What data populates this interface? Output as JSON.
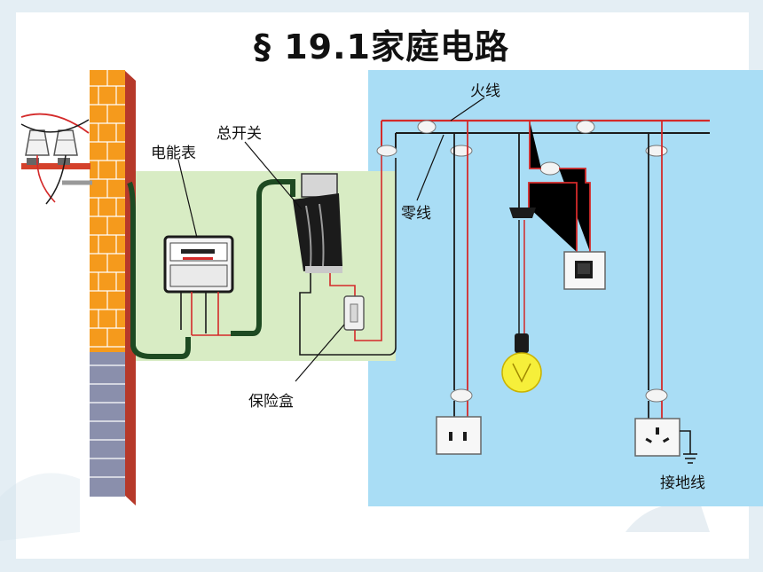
{
  "page": {
    "title": "§ 19.1家庭电路"
  },
  "diagram": {
    "labels": {
      "meter": "电能表",
      "main_switch": "总开关",
      "fuse_box": "保险盒",
      "live_wire": "火线",
      "neutral_wire": "零线",
      "ground_wire": "接地线"
    },
    "colors": {
      "panel_blue": "#a9ddf5",
      "panel_green": "#d8ecc4",
      "brick_orange": "#f59a1c",
      "brick_gray": "#8a8fac",
      "live_red": "#d42a2a",
      "neutral_black": "#1b1b1b",
      "service_green": "#1e4a22",
      "bulb_yellow": "#f6ef3a"
    }
  }
}
